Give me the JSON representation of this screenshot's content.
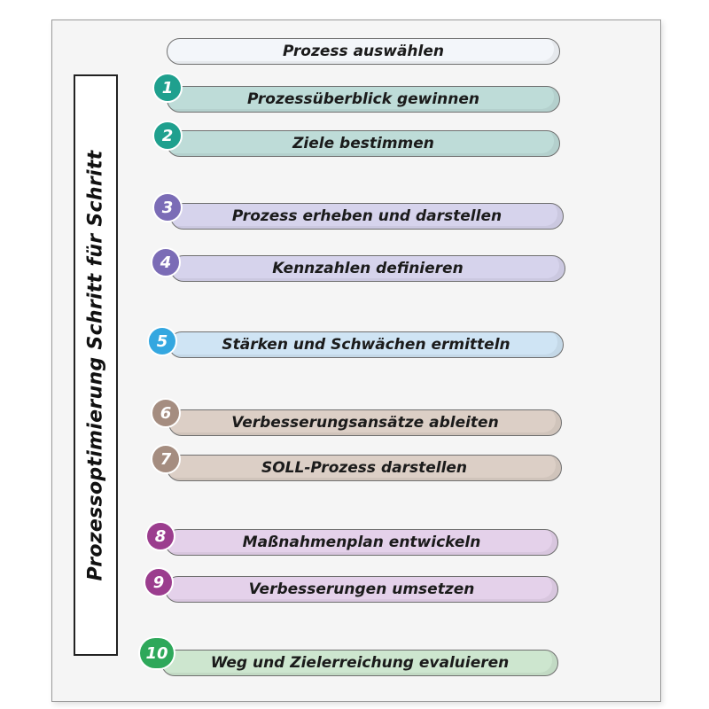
{
  "title": "Prozessoptimierung Schritt für Schritt",
  "start": {
    "label": "Prozess auswählen",
    "color": "#f3f6fa"
  },
  "steps": [
    {
      "number": "1",
      "label": "Prozessüberblick gewinnen",
      "fill": "#bedcd8",
      "badge": "#1fa08e"
    },
    {
      "number": "2",
      "label": "Ziele bestimmen",
      "fill": "#bedcd8",
      "badge": "#1fa08e"
    },
    {
      "number": "3",
      "label": "Prozess erheben und darstellen",
      "fill": "#d6d3ec",
      "badge": "#7b6cb6"
    },
    {
      "number": "4",
      "label": "Kennzahlen definieren",
      "fill": "#d6d3ec",
      "badge": "#7b6cb6"
    },
    {
      "number": "5",
      "label": "Stärken und Schwächen ermitteln",
      "fill": "#cfe4f4",
      "badge": "#34a7e0"
    },
    {
      "number": "6",
      "label": "Verbesserungsansätze ableiten",
      "fill": "#dccfc6",
      "badge": "#a58d80"
    },
    {
      "number": "7",
      "label": "SOLL-Prozess darstellen",
      "fill": "#dccfc6",
      "badge": "#a58d80"
    },
    {
      "number": "8",
      "label": "Maßnahmenplan entwickeln",
      "fill": "#e4d1ea",
      "badge": "#9b3d8e"
    },
    {
      "number": "9",
      "label": "Verbesserungen umsetzen",
      "fill": "#e4d1ea",
      "badge": "#9b3d8e"
    },
    {
      "number": "10",
      "label": "Weg und Zielerreichung evaluieren",
      "fill": "#cde6cf",
      "badge": "#2ea85a"
    }
  ]
}
